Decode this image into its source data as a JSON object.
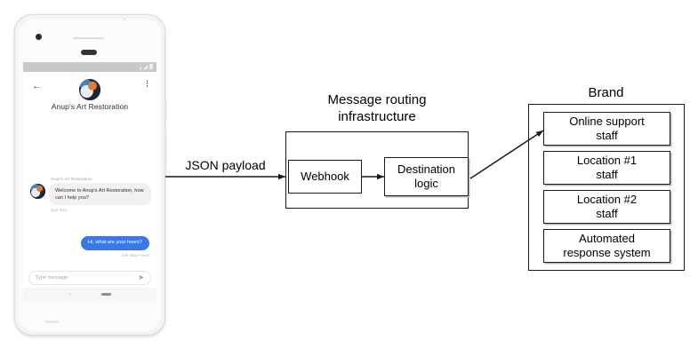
{
  "phone": {
    "status_bar": {
      "signal_icon": "signal-bars-icon",
      "wifi_icon": "wifi-icon",
      "battery_icon": "battery-icon"
    },
    "header": {
      "back_icon": "back-arrow-icon",
      "overflow_icon": "more-vertical-icon",
      "avatar_icon": "brand-avatar",
      "title": "Anup's Art Restoration"
    },
    "chat": {
      "incoming": {
        "sender": "Anup's Art Restoration",
        "text": "Welcome to Anup's Art Restoration, how can I help you?",
        "timestamp": "Just Now"
      },
      "outgoing": {
        "text": "Hi, what are your hours?",
        "timestamp": "Just Now • Sent"
      }
    },
    "composer": {
      "placeholder": "Type message",
      "send_icon": "send-icon"
    },
    "navbar": {
      "back_icon": "nav-back-icon",
      "home_icon": "nav-home-pill-icon"
    }
  },
  "diagram": {
    "payload_label": "JSON payload",
    "infrastructure_title": "Message routing\ninfrastructure",
    "webhook_label": "Webhook",
    "destination_label": "Destination\nlogic",
    "brand_title": "Brand",
    "brand_items": [
      {
        "label": "Online support\nstaff"
      },
      {
        "label": "Location #1\nstaff"
      },
      {
        "label": "Location #2\nstaff"
      },
      {
        "label": "Automated\nresponse system"
      }
    ]
  },
  "colors": {
    "outgoing_bubble": "#3b78e7",
    "incoming_bubble": "#f1f1f1",
    "stroke": "#1a1a1a",
    "status_bar": "#c8c8c8"
  }
}
